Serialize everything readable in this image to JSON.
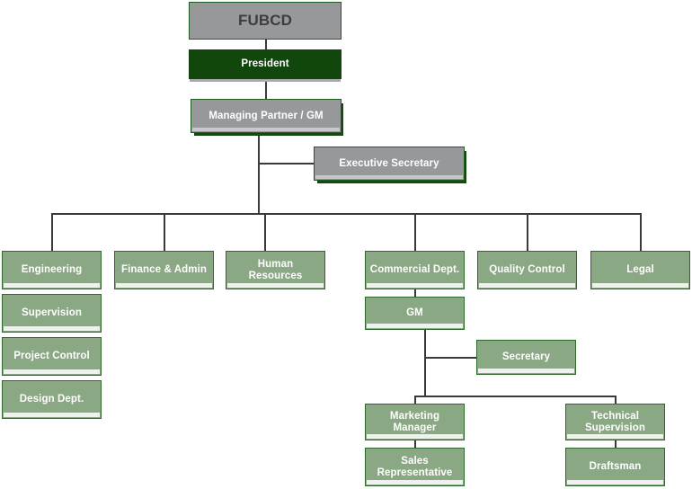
{
  "chart_title": "FUBCD",
  "palette": {
    "gray_box": "#96989a",
    "dark_green_box": "#11470c",
    "light_green_box": "#8ba884",
    "border_green": "#2c6b2c",
    "line": "#3a3a3a",
    "text_light": "#ffffff",
    "text_dark": "#3d3d3d",
    "background": "#ffffff"
  },
  "nodes": {
    "company": {
      "label": "FUBCD"
    },
    "president": {
      "label": "President"
    },
    "managing_partner": {
      "label": "Managing Partner / GM"
    },
    "executive_secretary": {
      "label": "Executive Secretary"
    },
    "engineering": {
      "label": "Engineering"
    },
    "supervision": {
      "label": "Supervision"
    },
    "project_control": {
      "label": "Project Control"
    },
    "design_dept": {
      "label": "Design Dept."
    },
    "finance_admin": {
      "label": "Finance & Admin"
    },
    "human_resources": {
      "label": "Human Resources"
    },
    "commercial_dept": {
      "label": "Commercial Dept."
    },
    "commercial_gm": {
      "label": "GM"
    },
    "commercial_secretary": {
      "label": "Secretary"
    },
    "marketing_manager": {
      "label": "Marketing Manager"
    },
    "sales_representative": {
      "label": "Sales\nRepresentative"
    },
    "technical_supervision": {
      "label": "Technical\nSupervision"
    },
    "draftsman": {
      "label": "Draftsman"
    },
    "quality_control": {
      "label": "Quality Control"
    },
    "legal": {
      "label": "Legal"
    }
  }
}
